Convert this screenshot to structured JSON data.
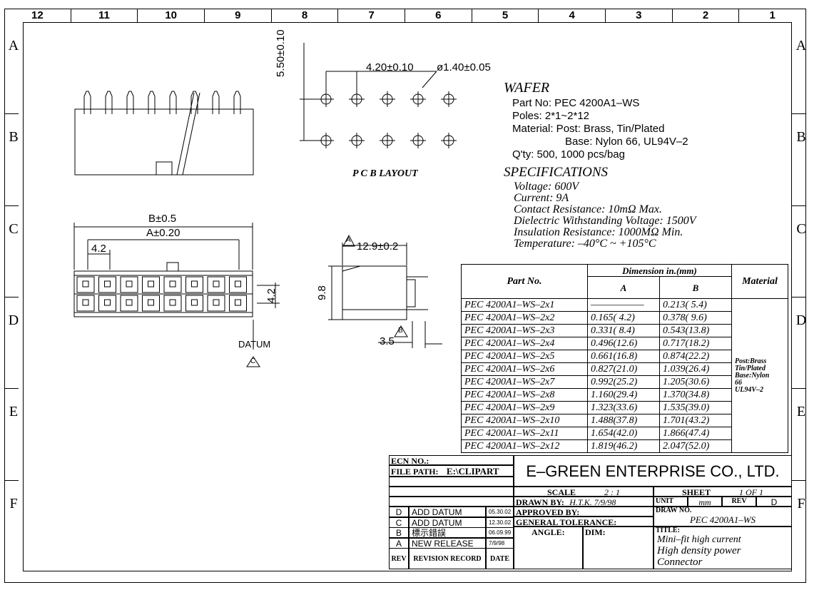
{
  "zones": {
    "columns": [
      "12",
      "11",
      "10",
      "9",
      "8",
      "7",
      "6",
      "5",
      "4",
      "3",
      "2",
      "1"
    ],
    "rows": [
      "A",
      "B",
      "C",
      "D",
      "E",
      "F"
    ]
  },
  "dims": {
    "pitch_x": "4.20±0.10",
    "pitch_y": "5.50±0.10",
    "hole": "ø1.40±0.05",
    "b_len": "B±0.5",
    "a_len": "A±0.20",
    "pitch_front": "4.2",
    "pitch_side": "4.2",
    "width_side": "12.9±0.2",
    "height_side": "9.8",
    "offset_side": "3.5",
    "datum_label": "DATUM",
    "datum_a": "A",
    "datum_b": "B",
    "datum_c": "C"
  },
  "pcb_layout_label": "P C B LAYOUT",
  "wafer": {
    "title": "WAFER",
    "part_no": "Part No:  PEC  4200A1–WS",
    "poles": "Poles:  2*1~2*12",
    "material_post": "Material:  Post:  Brass,  Tin/Plated",
    "material_base": "Base:  Nylon  66,  UL94V–2",
    "qty": "Q'ty:  500,  1000  pcs/bag"
  },
  "specs": {
    "title": "SPECIFICATIONS",
    "voltage": "Voltage:  600V",
    "current": "Current:  9A",
    "contact": "Contact  Resistance:  10mΩ Max.",
    "dielectric": "Dielectric  Withstanding  Voltage:  1500V",
    "insulation": "Insulation  Resistance:  1000MΩ Min.",
    "temperature": "Temperature:  –40°C  ~  +105°C"
  },
  "dim_table": {
    "header_part": "Part No.",
    "header_dim": "Dimension  in.(mm)",
    "header_a": "A",
    "header_b": "B",
    "header_material": "Material",
    "material": [
      "Post:Brass",
      "Tin/Plated",
      "Base:Nylon",
      "66",
      "UL94V–2"
    ],
    "rows": [
      {
        "part": "PEC  4200A1–WS–2x1",
        "a": "——————",
        "b": "0.213(  5.4)"
      },
      {
        "part": "PEC  4200A1–WS–2x2",
        "a": "0.165(  4.2)",
        "b": "0.378(  9.6)"
      },
      {
        "part": "PEC  4200A1–WS–2x3",
        "a": "0.331(  8.4)",
        "b": "0.543(13.8)"
      },
      {
        "part": "PEC  4200A1–WS–2x4",
        "a": "0.496(12.6)",
        "b": "0.717(18.2)"
      },
      {
        "part": "PEC  4200A1–WS–2x5",
        "a": "0.661(16.8)",
        "b": "0.874(22.2)"
      },
      {
        "part": "PEC  4200A1–WS–2x6",
        "a": "0.827(21.0)",
        "b": "1.039(26.4)"
      },
      {
        "part": "PEC  4200A1–WS–2x7",
        "a": "0.992(25.2)",
        "b": "1.205(30.6)"
      },
      {
        "part": "PEC  4200A1–WS–2x8",
        "a": "1.160(29.4)",
        "b": "1.370(34.8)"
      },
      {
        "part": "PEC  4200A1–WS–2x9",
        "a": "1.323(33.6)",
        "b": "1.535(39.0)"
      },
      {
        "part": "PEC  4200A1–WS–2x10",
        "a": "1.488(37.8)",
        "b": "1.701(43.2)"
      },
      {
        "part": "PEC  4200A1–WS–2x11",
        "a": "1.654(42.0)",
        "b": "1.866(47.4)"
      },
      {
        "part": "PEC  4200A1–WS–2x12",
        "a": "1.819(46.2)",
        "b": "2.047(52.0)"
      }
    ]
  },
  "title_block": {
    "ecn_label": "ECN  NO.:",
    "file_path_label": "FILE  PATH:",
    "file_path": "E:\\CLIPART",
    "company": "E–GREEN  ENTERPRISE  CO.,  LTD.",
    "scale_label": "SCALE",
    "scale": "2 : 1",
    "sheet_label": "SHEET",
    "sheet": "1  OF  1",
    "drawn_label": "DRAWN  BY:",
    "drawn": "H.T.K. 7/9/98",
    "unit_label": "UNIT",
    "unit": "mm",
    "rev_label": "REV",
    "rev": "D",
    "approved_label": "APPROVED  BY:",
    "draw_no_label": "DRAW  NO.",
    "draw_no": "PEC  4200A1–WS",
    "tolerance_label": "GENERAL  TOLERANCE:",
    "angle_label": "ANGLE:",
    "dim_label": "DIM:",
    "title_label": "TITLE:",
    "title_1": "Mini–fit  high  current",
    "title_2": "High  density  power",
    "title_3": "Connector",
    "revisions": [
      {
        "rev": "D",
        "record": "ADD  DATUM",
        "date": "05.30.02"
      },
      {
        "rev": "C",
        "record": "ADD  DATUM",
        "date": "12.30.02"
      },
      {
        "rev": "B",
        "record": "標示錯誤",
        "date": "06.09.99"
      },
      {
        "rev": "A",
        "record": "NEW  RELEASE",
        "date": "7/9/98"
      }
    ],
    "rev_col": "REV",
    "record_col": "REVISION  RECORD",
    "date_col": "DATE"
  }
}
